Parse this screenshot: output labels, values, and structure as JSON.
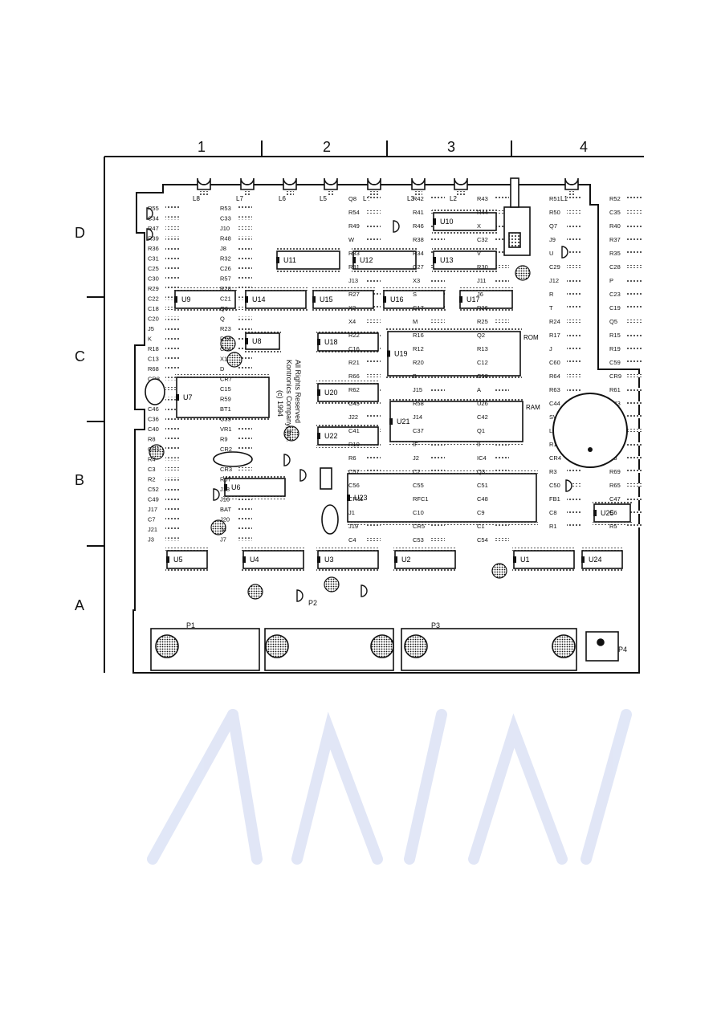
{
  "grid": {
    "columns": [
      "1",
      "2",
      "3",
      "4"
    ],
    "rows": [
      "D",
      "C",
      "B",
      "A"
    ]
  },
  "copyright_lines": [
    "(c) 1994",
    "Kontronics Company, Inc.",
    "All Rights Reserved"
  ],
  "ics": [
    {
      "ref": "U10"
    },
    {
      "ref": "U11"
    },
    {
      "ref": "U12"
    },
    {
      "ref": "U13"
    },
    {
      "ref": "U9"
    },
    {
      "ref": "U14"
    },
    {
      "ref": "U15"
    },
    {
      "ref": "U16"
    },
    {
      "ref": "U17"
    },
    {
      "ref": "U8"
    },
    {
      "ref": "U18"
    },
    {
      "ref": "U19"
    },
    {
      "ref": "U7"
    },
    {
      "ref": "U20"
    },
    {
      "ref": "U21"
    },
    {
      "ref": "U22"
    },
    {
      "ref": "U6"
    },
    {
      "ref": "U23"
    },
    {
      "ref": "U25"
    },
    {
      "ref": "U5"
    },
    {
      "ref": "U4"
    },
    {
      "ref": "U3"
    },
    {
      "ref": "U2"
    },
    {
      "ref": "U1"
    },
    {
      "ref": "U24"
    }
  ],
  "ic_side_labels": {
    "U19": "ROM",
    "U21": "RAM"
  },
  "leds": [
    "L8",
    "L7",
    "L6",
    "L5",
    "L4",
    "L3",
    "L2",
    "L1"
  ],
  "connectors": [
    "P1",
    "P2",
    "P3",
    "P4"
  ],
  "component_labels": [
    "Q8",
    "R42",
    "R43",
    "R51",
    "R52",
    "R55",
    "R53",
    "R54",
    "R41",
    "R44",
    "R50",
    "C35",
    "C34",
    "C33",
    "R49",
    "R46",
    "X",
    "Q7",
    "R40",
    "R47",
    "J10",
    "R39",
    "R48",
    "W",
    "R38",
    "C32",
    "J9",
    "R37",
    "R36",
    "J8",
    "R33",
    "R34",
    "V",
    "U",
    "R35",
    "C31",
    "R32",
    "R31",
    "C27",
    "R30",
    "C29",
    "C28",
    "C25",
    "C26",
    "C30",
    "R57",
    "J13",
    "X3",
    "J11",
    "J12",
    "P",
    "R29",
    "R28",
    "R27",
    "S",
    "J6",
    "R",
    "C23",
    "C22",
    "C21",
    "X2",
    "C17",
    "R26",
    "T",
    "C19",
    "C18",
    "Q6",
    "C20",
    "Q",
    "X4",
    "M",
    "R25",
    "R24",
    "Q5",
    "J5",
    "R23",
    "R22",
    "R16",
    "Q2",
    "R17",
    "R15",
    "K",
    "R14",
    "R18",
    "C14",
    "C16",
    "R12",
    "R13",
    "J",
    "R19",
    "C13",
    "X1",
    "R21",
    "R20",
    "C12",
    "C60",
    "C59",
    "R68",
    "D",
    "R66",
    "B",
    "C58",
    "R64",
    "CR9",
    "CR8",
    "CR7",
    "CR6",
    "C15",
    "R62",
    "J15",
    "A",
    "R63",
    "R61",
    "R60",
    "R59",
    "C45",
    "R58",
    "U26",
    "C44",
    "C43",
    "C46",
    "BT1",
    "J22",
    "J14",
    "C42",
    "SW1",
    "R56",
    "C36",
    "C39",
    "C40",
    "VR1",
    "C41",
    "C37",
    "Q1",
    "L9",
    "R7",
    "R8",
    "R9",
    "R10",
    "IF",
    "II",
    "R11",
    "C11",
    "CR1",
    "CR2",
    "R6",
    "J2",
    "IC4",
    "CR4",
    "C5",
    "R4",
    "Q4",
    "C3",
    "CR3",
    "C57",
    "C2",
    "Q3",
    "R3",
    "R69",
    "R2",
    "R67",
    "C56",
    "C55",
    "C51",
    "C50",
    "R65",
    "C52",
    "J18",
    "CR11",
    "RFC1",
    "C48",
    "FB1",
    "C47",
    "C49",
    "J16",
    "J17",
    "BAT",
    "J1",
    "C10",
    "C9",
    "C8",
    "C6",
    "C7",
    "J20",
    "J19",
    "CR5",
    "C1",
    "R1",
    "R5",
    "J21",
    "J4",
    "J3",
    "J7",
    "C4",
    "C53",
    "C54"
  ]
}
